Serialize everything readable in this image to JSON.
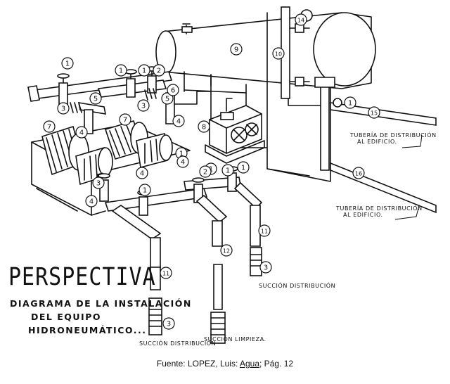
{
  "title": {
    "main": "PERSPECTIVA",
    "line1": "DIAGRAMA DE LA INSTALACIÓN",
    "line2": "DEL EQUIPO",
    "line3": "HIDRONEUMÁTICO..."
  },
  "labels": {
    "distribution_pipe_1": [
      "TUBERÍA DE DISTRIBUCIÓN",
      "AL EDIFICIO."
    ],
    "distribution_pipe_2": [
      "TUBERÍA DE DISTRIBUCIÓN",
      "AL EDIFICIO."
    ],
    "suction_distribution_1": "SUCCIÓN DISTRIBUCIÓN",
    "suction_distribution_2": "SUCCIÓN DISTRIBUCIÓN",
    "suction_cleaning": "SUCCIÓN LIMPIEZA."
  },
  "callouts": [
    "1",
    "1",
    "1",
    "1",
    "1",
    "1",
    "1",
    "1",
    "1",
    "1",
    "2",
    "2",
    "3",
    "3",
    "3",
    "3",
    "3",
    "4",
    "4",
    "4",
    "4",
    "4",
    "5",
    "5",
    "6",
    "7",
    "7",
    "8",
    "9",
    "10",
    "11",
    "11",
    "12",
    "14",
    "15",
    "16"
  ],
  "caption": {
    "prefix": "Fuente: LOPEZ, Luis: ",
    "book": "Agua",
    "suffix": "; Pág. 12"
  }
}
